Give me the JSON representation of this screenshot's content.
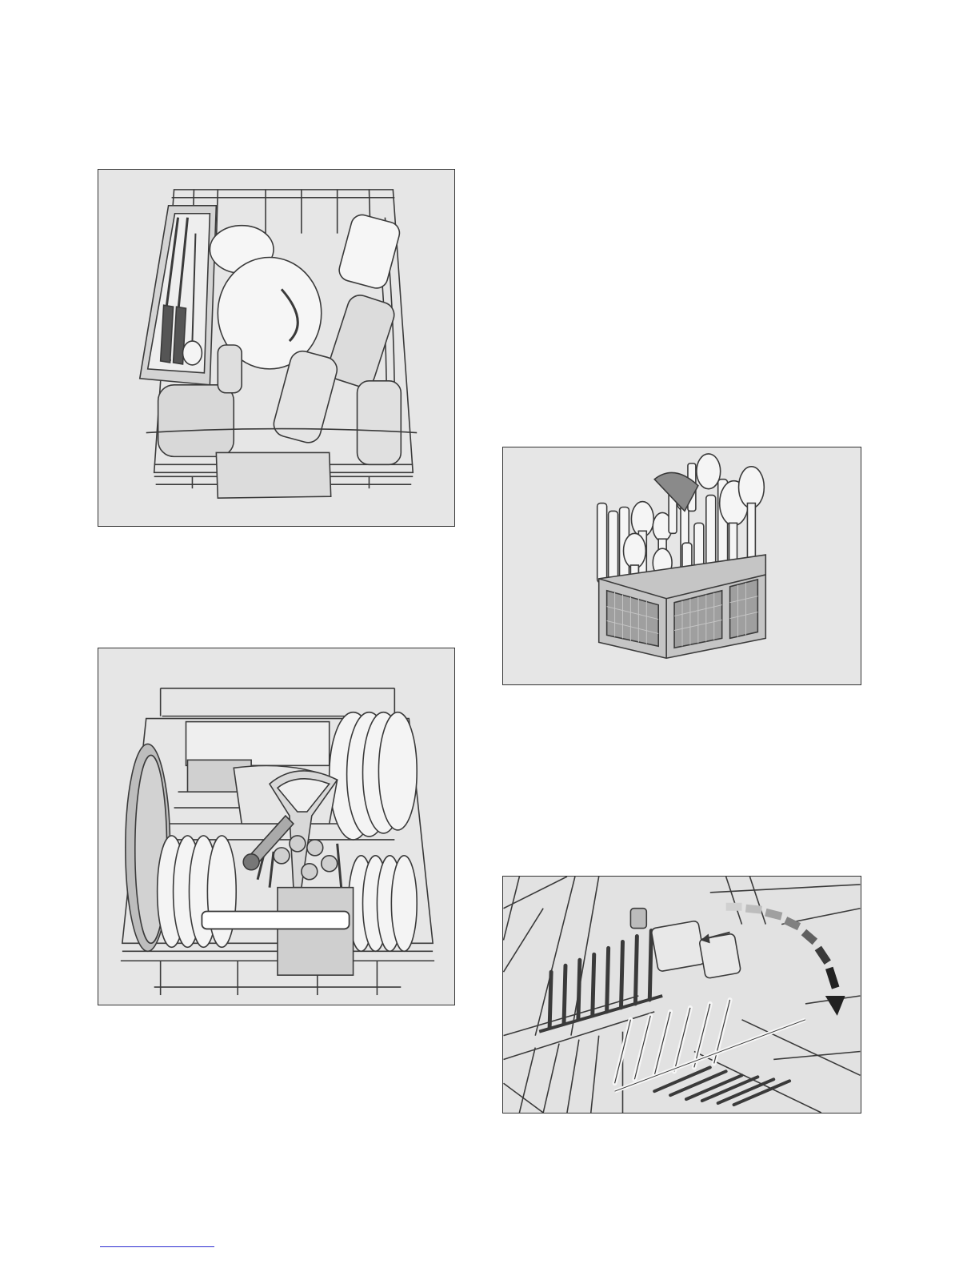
{
  "page": {
    "background": "#ffffff"
  },
  "figures": [
    {
      "id": "upper-rack",
      "icon": "dishwasher-upper-rack-illustration"
    },
    {
      "id": "lower-rack",
      "icon": "dishwasher-lower-rack-illustration"
    },
    {
      "id": "cutlery-basket",
      "icon": "cutlery-basket-illustration"
    },
    {
      "id": "folding-tines",
      "icon": "folding-tines-illustration"
    }
  ],
  "colors": {
    "figure_background": "#e6e6e6",
    "figure_border": "#333333",
    "line_art": "#3a3a3a",
    "footer_rule": "#2b2bd0"
  }
}
